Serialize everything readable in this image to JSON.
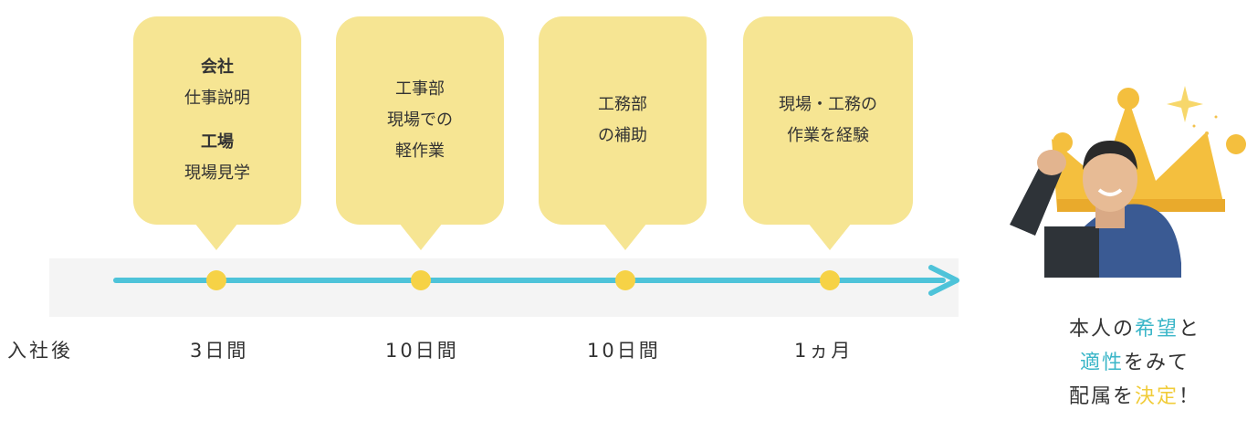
{
  "bubbles": [
    {
      "lines": [
        {
          "text": "会社",
          "bold": true
        },
        {
          "text": "仕事説明"
        },
        {
          "gap": true
        },
        {
          "text": "工場",
          "bold": true
        },
        {
          "text": "現場見学"
        }
      ]
    },
    {
      "lines": [
        {
          "text": "工事部"
        },
        {
          "text": "現場での"
        },
        {
          "text": "軽作業"
        }
      ]
    },
    {
      "lines": [
        {
          "text": "工務部"
        },
        {
          "text": "の補助"
        }
      ]
    },
    {
      "lines": [
        {
          "text": "現場・工務の"
        },
        {
          "text": "作業を経験"
        }
      ]
    }
  ],
  "start_label": "入社後",
  "durations": [
    "3日間",
    "10日間",
    "10日間",
    "1ヵ月"
  ],
  "outcome": {
    "line1": [
      "本人の",
      "希望",
      "と"
    ],
    "line2": [
      "適性",
      "をみて"
    ],
    "line3": [
      "配属を",
      "決定",
      "！"
    ]
  },
  "colors": {
    "timeline": "#4ec3d9",
    "bubble": "#f6e593",
    "dot": "#f6d246",
    "accent_teal": "#3bb6c8",
    "accent_yellow": "#f1cc3a"
  },
  "icons": {
    "crown": "crown-icon",
    "sparkle": "sparkle-icon",
    "person": "person-photo"
  }
}
